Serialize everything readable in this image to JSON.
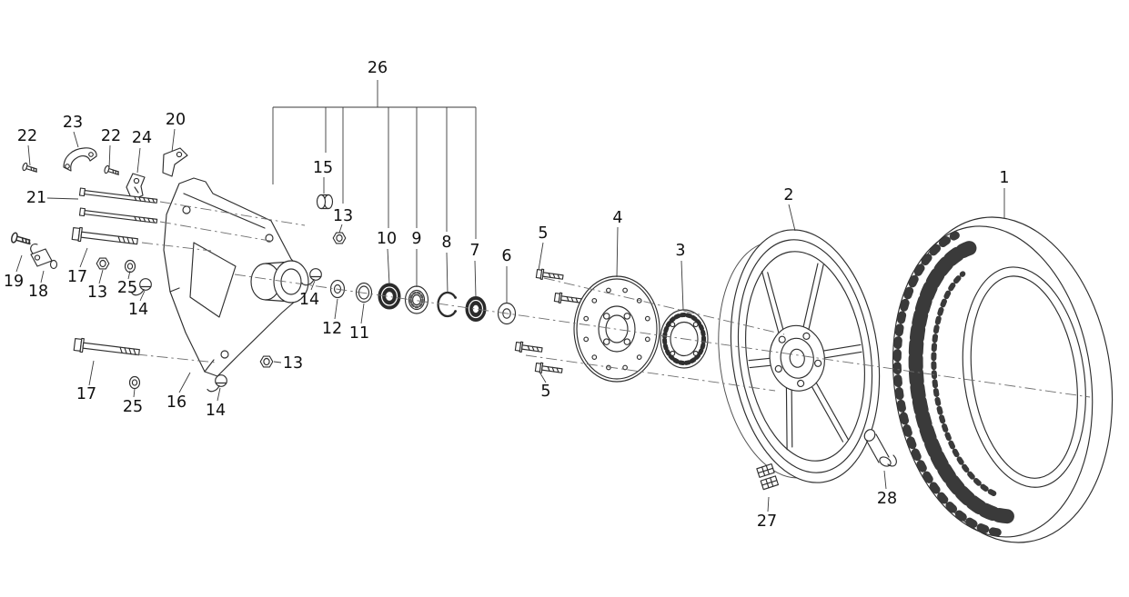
{
  "diagram": {
    "name": "rear-wheel-exploded-parts-diagram",
    "background": "#ffffff",
    "line_color": "#2f2f2f",
    "axis_color": "#6e6e6e",
    "callouts": {
      "c1": "1",
      "c2": "2",
      "c3": "3",
      "c4": "4",
      "c5a": "5",
      "c5b": "5",
      "c6": "6",
      "c7": "7",
      "c8": "8",
      "c9": "9",
      "c10": "10",
      "c11": "11",
      "c12": "12",
      "c13a": "13",
      "c13b": "13",
      "c13c": "13",
      "c14a": "14",
      "c14b": "14",
      "c14c": "14",
      "c15": "15",
      "c16": "16",
      "c17a": "17",
      "c17b": "17",
      "c18": "18",
      "c19": "19",
      "c20": "20",
      "c21": "21",
      "c22a": "22",
      "c22b": "22",
      "c23": "23",
      "c24": "24",
      "c25a": "25",
      "c25b": "25",
      "c26": "26",
      "c27": "27",
      "c28": "28"
    }
  }
}
